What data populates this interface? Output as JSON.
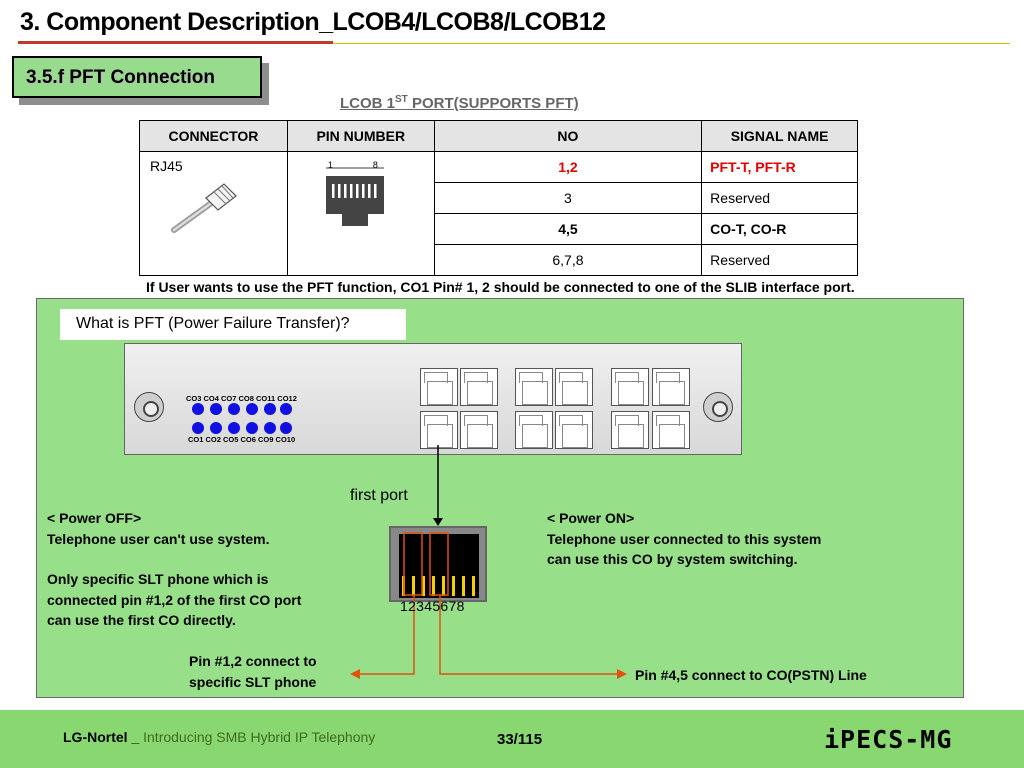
{
  "title": "3. Component Description_LCOB4/LCOB8/LCOB12",
  "section": "3.5.f  PFT Connection",
  "table_caption": {
    "pre": "LCOB 1",
    "sup": "ST",
    "post": " PORT(SUPPORTS PFT)"
  },
  "table": {
    "headers": [
      "CONNECTOR",
      "PIN NUMBER",
      "NO",
      "SIGNAL NAME"
    ],
    "connector": "RJ45",
    "pin_labels": {
      "first": "1",
      "last": "8"
    },
    "rows": [
      {
        "no": "1,2",
        "signal": "PFT-T, PFT-R"
      },
      {
        "no": "3",
        "signal": "Reserved"
      },
      {
        "no": "4,5",
        "signal": "CO-T, CO-R"
      },
      {
        "no": "6,7,8",
        "signal": "Reserved"
      }
    ]
  },
  "note": "If User wants to use the PFT function, CO1 Pin# 1, 2 should be connected to one of the SLIB interface port.",
  "pft_question": "What is PFT (Power Failure Transfer)?",
  "panel": {
    "led_top": "CO3 CO4 CO7 CO8 CO11 CO12",
    "led_bottom": "CO1 CO2 CO5 CO6 CO9 CO10"
  },
  "first_port": "first port",
  "jack_pins": "12345678",
  "power_off": {
    "title": "< Power OFF>",
    "line1": "Telephone user can't use system.",
    "para": [
      "Only specific SLT phone which is",
      "connected pin #1,2 of the first CO port",
      "can use the first CO directly."
    ]
  },
  "power_on": {
    "title": "< Power ON>",
    "lines": [
      "Telephone user connected to this system",
      "can use this CO by system switching."
    ]
  },
  "pin12_note": [
    "Pin #1,2 connect to",
    "specific SLT phone"
  ],
  "pin45_note": "Pin #4,5 connect to CO(PSTN) Line",
  "colors": {
    "accent_green": "#98df8a",
    "signal_red": "#e00000",
    "arrow_orange": "#e05010"
  },
  "footer": {
    "brand": "LG-Nortel _ ",
    "subtitle": "Introducing SMB Hybrid IP Telephony",
    "page": "33/115",
    "logo": "iPECS-MG"
  }
}
